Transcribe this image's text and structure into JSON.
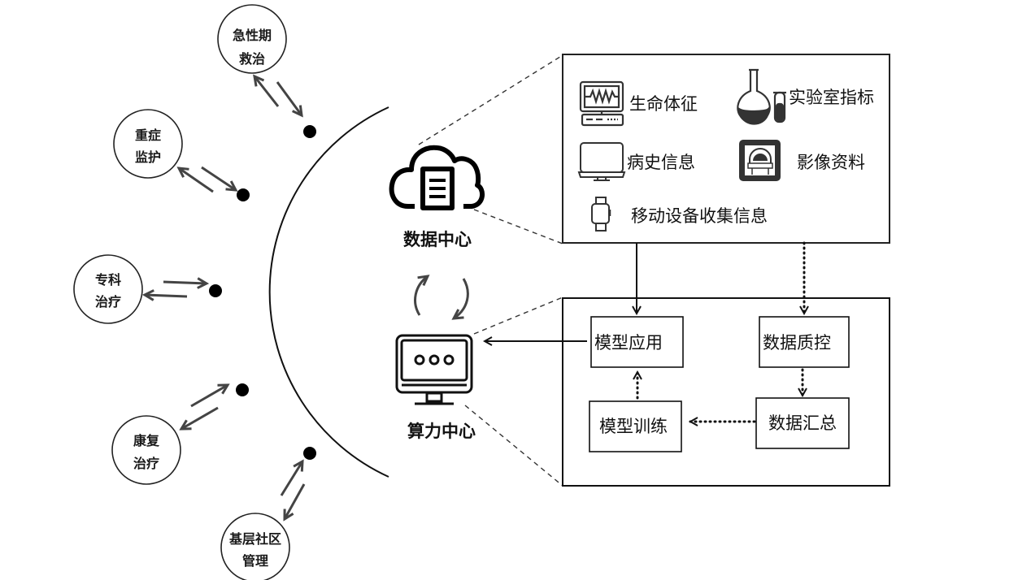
{
  "title": "Medical data center and computing center workflow diagram",
  "care_stages": [
    {
      "id": "acute",
      "line1": "急性期",
      "line2": "救治"
    },
    {
      "id": "icu",
      "line1": "重症",
      "line2": "监护"
    },
    {
      "id": "specialty",
      "line1": "专科",
      "line2": "治疗"
    },
    {
      "id": "rehab",
      "line1": "康复",
      "line2": "治疗"
    },
    {
      "id": "community",
      "line1": "基层社区",
      "line2": "管理"
    }
  ],
  "centers": {
    "data_center": {
      "label": "数据中心",
      "icon": "cloud-document-icon"
    },
    "compute_center": {
      "label": "算力中心",
      "icon": "monitor-icon"
    },
    "cycle_icon": "refresh-cycle-icon"
  },
  "data_sources": [
    {
      "label": "生命体征",
      "icon": "vital-signs-monitor-icon"
    },
    {
      "label": "实验室指标",
      "icon": "lab-flask-icon"
    },
    {
      "label": "病史信息",
      "icon": "laptop-icon"
    },
    {
      "label": "影像资料",
      "icon": "mri-scanner-icon"
    },
    {
      "label": "移动设备收集信息",
      "icon": "smartwatch-icon"
    }
  ],
  "processes": {
    "model_application": "模型应用",
    "data_quality_control": "数据质控",
    "model_training": "模型训练",
    "data_aggregation": "数据汇总"
  },
  "colors": {
    "line": "#111111",
    "arrow": "#444444",
    "dashed": "#333333"
  }
}
